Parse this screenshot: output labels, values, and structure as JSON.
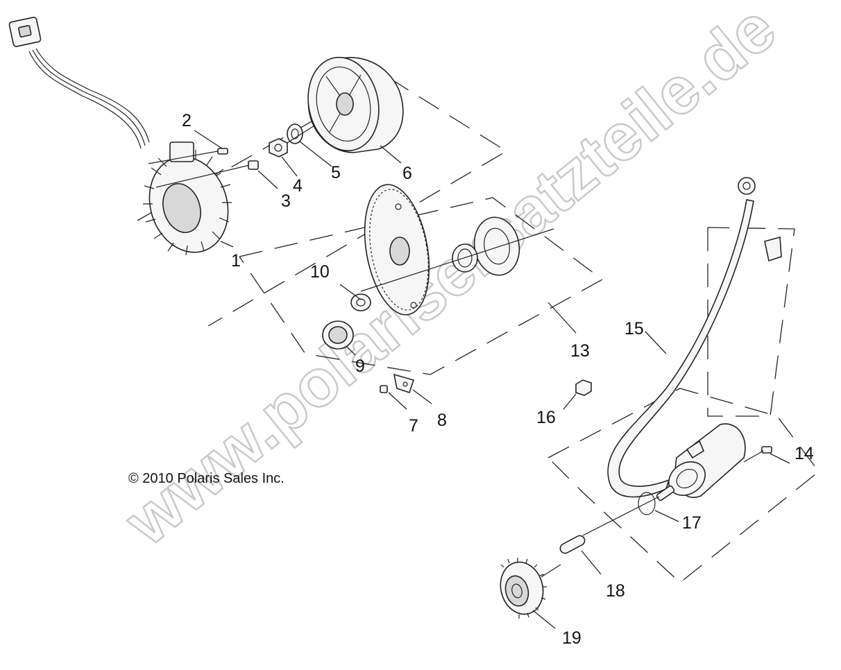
{
  "copyright": "© 2010 Polaris Sales Inc.",
  "watermark": "www.polarisersatzteile.de",
  "callouts": [
    "1",
    "2",
    "3",
    "4",
    "5",
    "6",
    "7",
    "8",
    "9",
    "10",
    "13",
    "14",
    "15",
    "16",
    "17",
    "18",
    "19"
  ],
  "parts": [
    "stator-icon",
    "screw-icon",
    "bolt-icon",
    "nut-icon",
    "washer-icon",
    "flywheel-icon",
    "screw-icon",
    "clip-icon",
    "bearing-icon",
    "washer-icon",
    "starter-gear-assembly-icon",
    "screw-icon",
    "starter-cable-icon",
    "nut-icon",
    "o-ring-icon",
    "pin-icon",
    "drive-gear-icon"
  ]
}
